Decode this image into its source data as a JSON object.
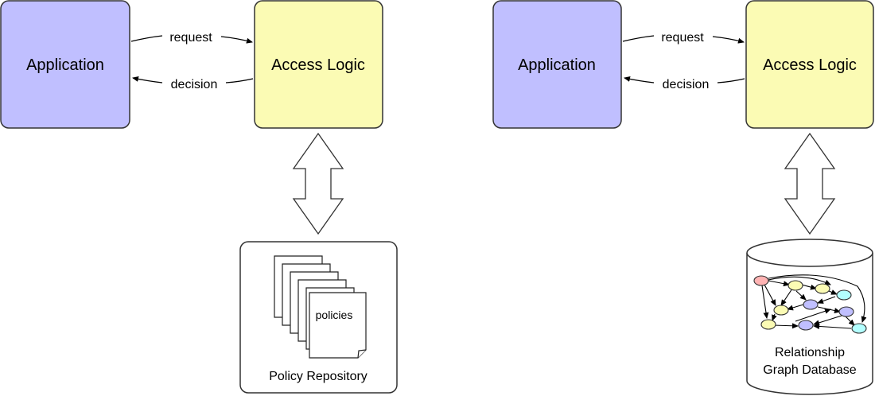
{
  "colors": {
    "application_fill": "#c0bfff",
    "access_logic_fill": "#fbfbb4",
    "stroke": "#333333",
    "node_red": "#ffb3b3",
    "node_yellow": "#fbfbb4",
    "node_purple": "#c0bfff",
    "node_cyan": "#b3ffff"
  },
  "left": {
    "application": "Application",
    "access_logic": "Access Logic",
    "request": "request",
    "decision": "decision",
    "document_label": "policies",
    "repository": "Policy Repository"
  },
  "right": {
    "application": "Application",
    "access_logic": "Access Logic",
    "request": "request",
    "decision": "decision",
    "database_line1": "Relationship",
    "database_line2": "Graph Database"
  }
}
